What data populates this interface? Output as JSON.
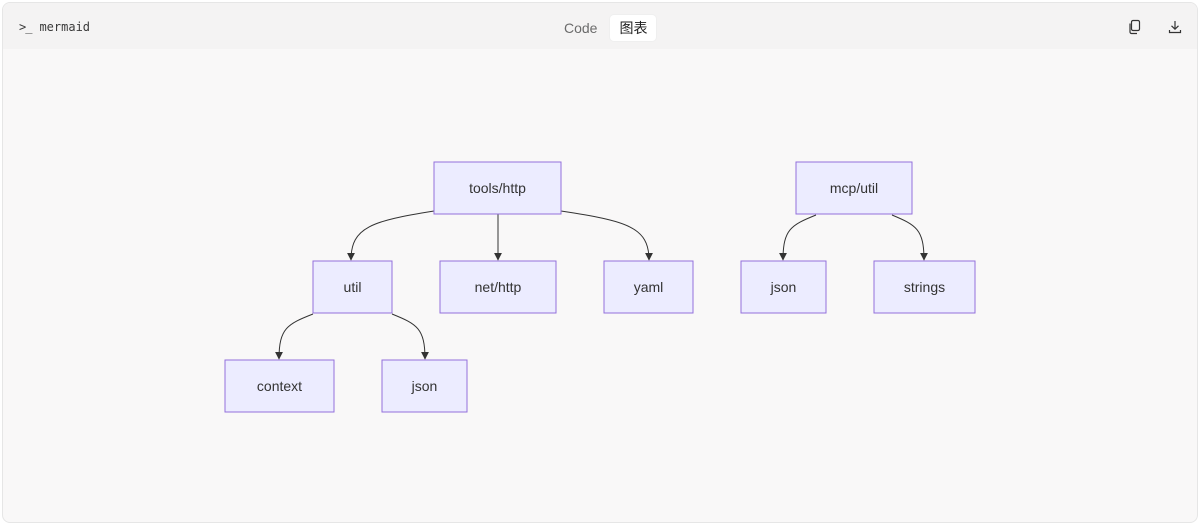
{
  "toolbar": {
    "language_icon": "terminal-prompt-icon",
    "language_prompt": ">_",
    "language_label": "mermaid",
    "tabs": [
      {
        "label": "Code",
        "active": false
      },
      {
        "label": "图表",
        "active": true
      }
    ],
    "actions": [
      {
        "name": "copy-button",
        "icon": "copy-icon"
      },
      {
        "name": "download-button",
        "icon": "download-icon"
      }
    ]
  },
  "diagram": {
    "type": "flowchart-TD",
    "node_fill": "#ececff",
    "node_stroke": "#9370db",
    "edge_color": "#333333",
    "nodes": [
      {
        "id": "tools_http",
        "label": "tools/http"
      },
      {
        "id": "util",
        "label": "util"
      },
      {
        "id": "net_http",
        "label": "net/http"
      },
      {
        "id": "yaml",
        "label": "yaml"
      },
      {
        "id": "context",
        "label": "context"
      },
      {
        "id": "json1",
        "label": "json"
      },
      {
        "id": "mcp_util",
        "label": "mcp/util"
      },
      {
        "id": "json2",
        "label": "json"
      },
      {
        "id": "strings",
        "label": "strings"
      }
    ],
    "edges": [
      {
        "from": "tools_http",
        "to": "util"
      },
      {
        "from": "tools_http",
        "to": "net_http"
      },
      {
        "from": "tools_http",
        "to": "yaml"
      },
      {
        "from": "util",
        "to": "context"
      },
      {
        "from": "util",
        "to": "json1"
      },
      {
        "from": "mcp_util",
        "to": "json2"
      },
      {
        "from": "mcp_util",
        "to": "strings"
      }
    ]
  }
}
